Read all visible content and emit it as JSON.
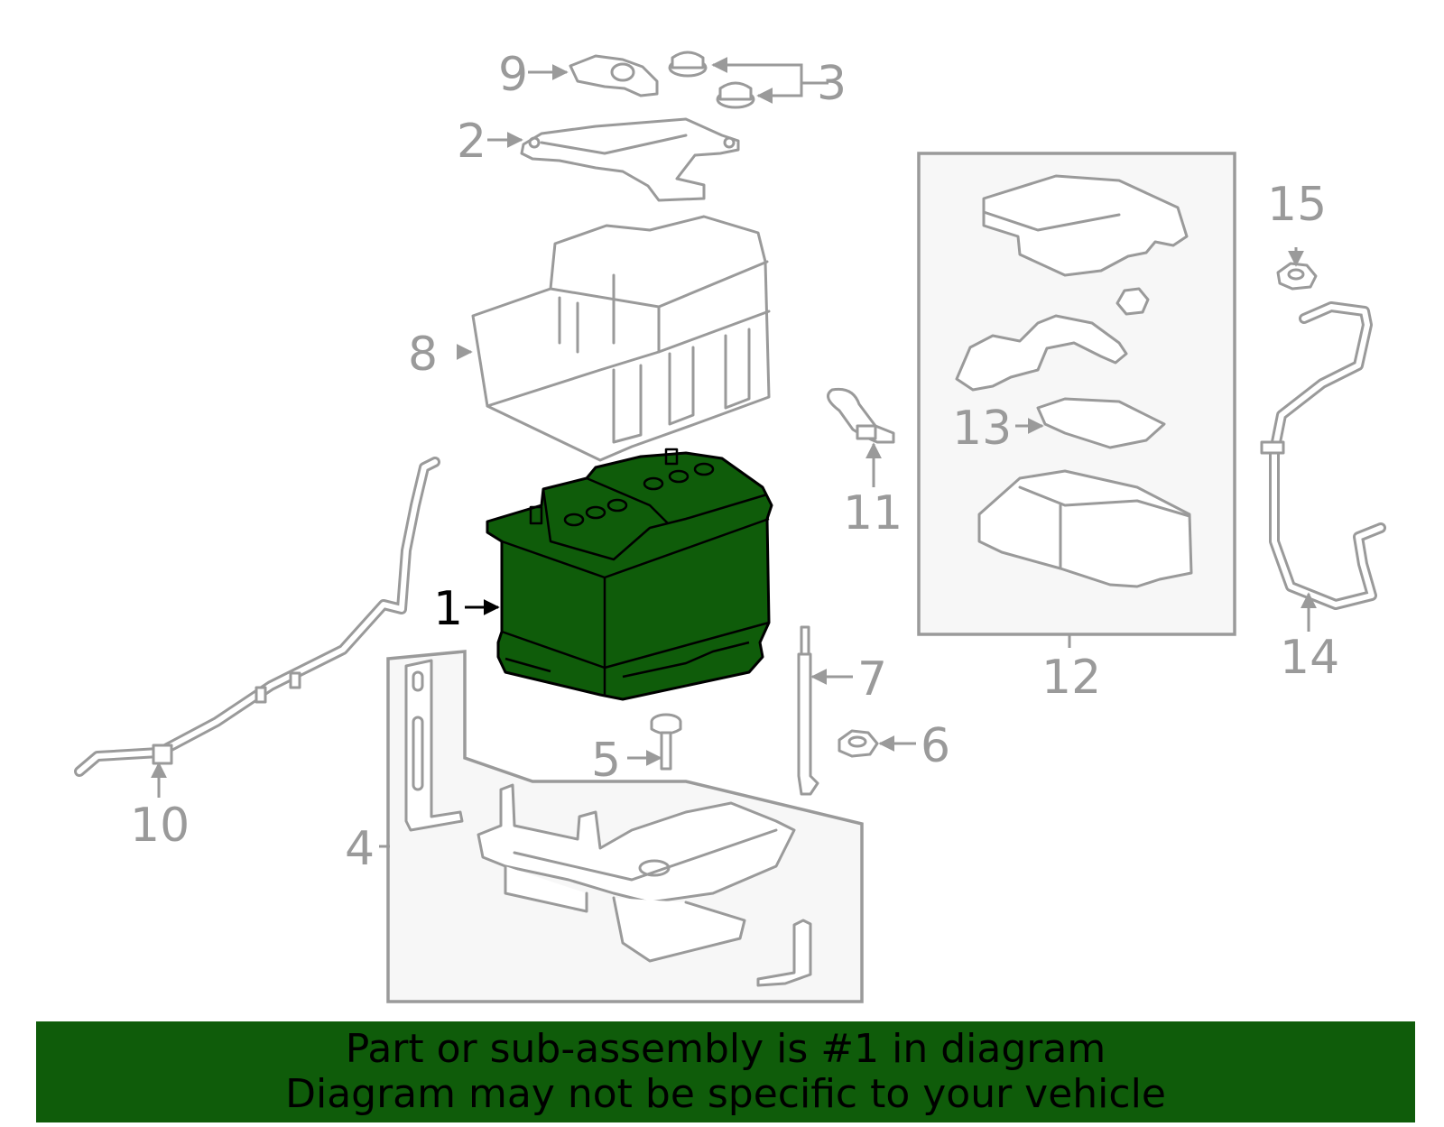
{
  "colors": {
    "highlight": "#0f5c0a",
    "part_stroke": "#9a9a9a",
    "active_stroke": "#000000"
  },
  "callouts": {
    "c1": "1",
    "c2": "2",
    "c3": "3",
    "c4": "4",
    "c5": "5",
    "c6": "6",
    "c7": "7",
    "c8": "8",
    "c9": "9",
    "c10": "10",
    "c11": "11",
    "c12": "12",
    "c13": "13",
    "c14": "14",
    "c15": "15"
  },
  "banner": {
    "line1": "Part or sub-assembly is #1 in diagram",
    "line2": "Diagram may not be specific to your vehicle"
  }
}
